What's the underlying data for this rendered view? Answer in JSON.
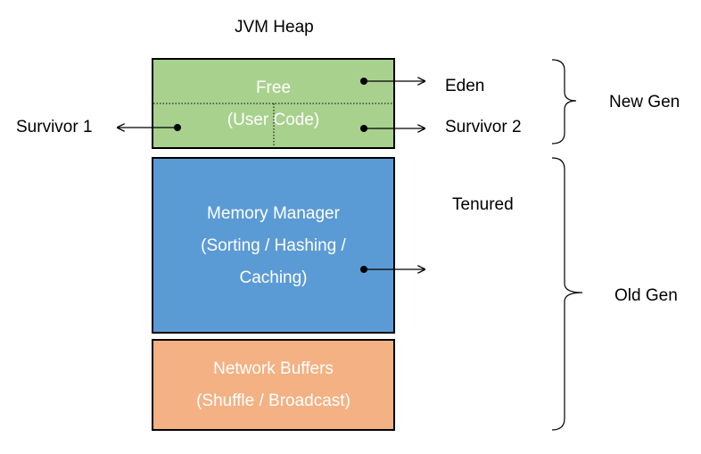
{
  "title": "JVM Heap",
  "regions": {
    "free": {
      "line1": "Free",
      "line2_left": "(User ",
      "line2_right": "Code)",
      "color": "#a9d18e"
    },
    "memory_manager": {
      "line1": "Memory Manager",
      "line2": "(Sorting / Hashing /",
      "line3": "Caching)",
      "color": "#5b9bd5"
    },
    "network_buffers": {
      "line1": "Network Buffers",
      "line2": "(Shuffle / Broadcast)",
      "color": "#f4b183"
    }
  },
  "labels": {
    "eden": "Eden",
    "survivor1": "Survivor 1",
    "survivor2": "Survivor 2",
    "tenured": "Tenured",
    "new_gen": "New Gen",
    "old_gen": "Old Gen"
  }
}
